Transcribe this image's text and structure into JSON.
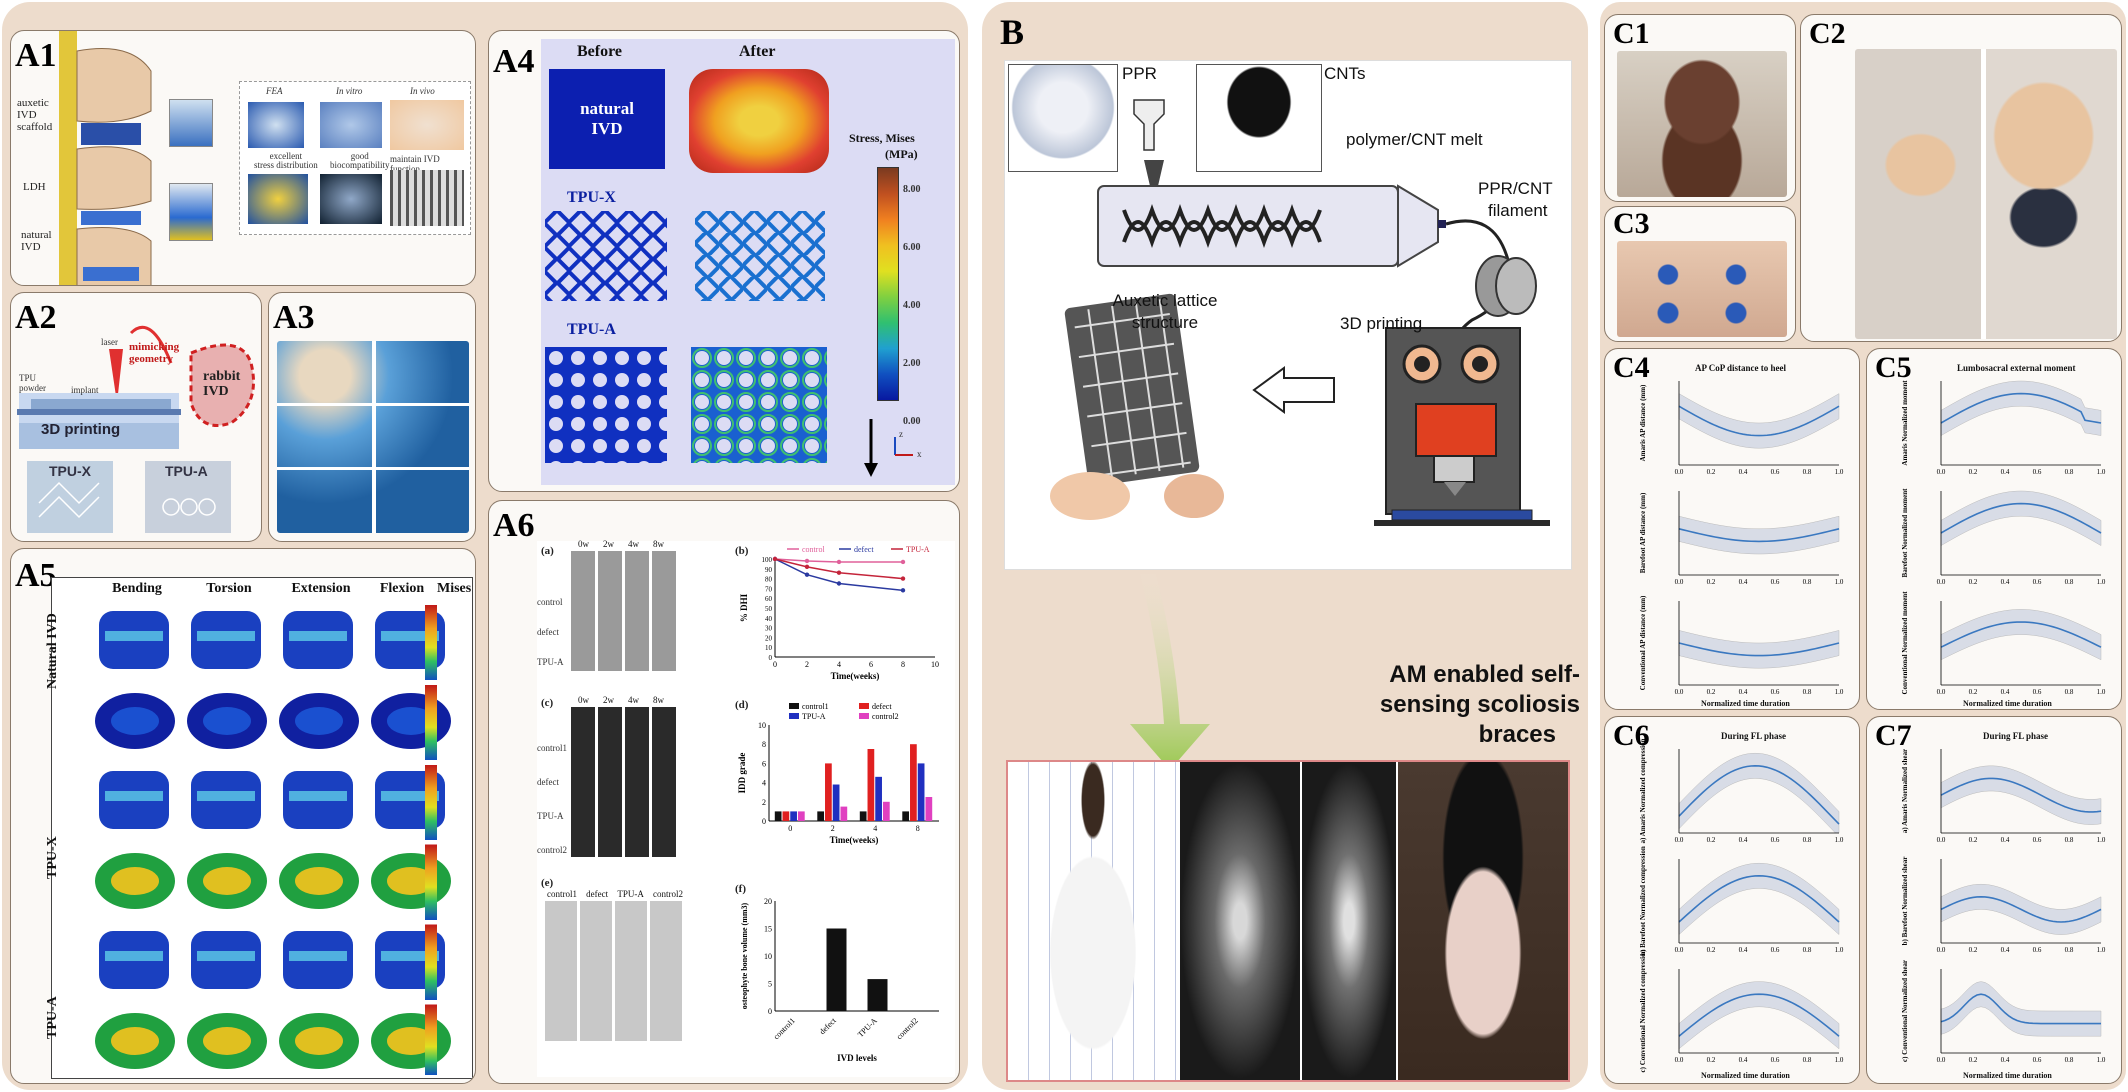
{
  "panels": {
    "a1": "A1",
    "a2": "A2",
    "a3": "A3",
    "a4": "A4",
    "a5": "A5",
    "a6": "A6",
    "b": "B",
    "c1": "C1",
    "c2": "C2",
    "c3": "C3",
    "c4": "C4",
    "c5": "C5",
    "c6": "C6",
    "c7": "C7"
  },
  "a1": {
    "labels": [
      "auxetic",
      "IVD",
      "scaffold",
      "LDH",
      "natural",
      "IVD"
    ],
    "boxes": [
      "FEA",
      "In vitro",
      "In vivo"
    ],
    "captions": [
      "excellent",
      "stress distribution",
      "good",
      "biocompatibility",
      "maintain IVD function"
    ]
  },
  "a2": {
    "laser": "laser",
    "mimic": "mimicking",
    "geometry": "geometry",
    "tpu_powder": "TPU",
    "powder": "powder",
    "implant": "implant",
    "rabbit": "rabbit",
    "ivd": "IVD",
    "printing": "3D printing",
    "tpux": "TPU-X",
    "tpua": "TPU-A"
  },
  "a4": {
    "before": "Before",
    "after": "After",
    "natural": "natural",
    "ivd": "IVD",
    "tpux": "TPU-X",
    "tpua": "TPU-A",
    "stress_title": "Stress, Mises",
    "stress_unit": "(MPa)",
    "ticks": [
      "8.00",
      "6.00",
      "4.00",
      "2.00",
      "0.00"
    ],
    "axis_z": "z",
    "axis_x": "x"
  },
  "a5": {
    "cols": [
      "Bending",
      "Torsion",
      "Extension",
      "Flexion",
      "Mises"
    ],
    "rows": [
      "Natural IVD",
      "TPU-X",
      "TPU-A"
    ]
  },
  "a6": {
    "a_tag": "(a)",
    "b_tag": "(b)",
    "c_tag": "(c)",
    "d_tag": "(d)",
    "e_tag": "(e)",
    "f_tag": "(f)",
    "weeks": [
      "0w",
      "2w",
      "4w",
      "8w"
    ],
    "rows_a": [
      "control",
      "defect",
      "TPU-A"
    ],
    "rows_c": [
      "control1",
      "defect",
      "TPU-A",
      "control2"
    ],
    "cols_e": [
      "control1",
      "defect",
      "TPU-A",
      "control2"
    ]
  },
  "b": {
    "ppr": "PPR",
    "cnts": "CNTs",
    "melt": "polymer/CNT melt",
    "filament1": "PPR/CNT",
    "filament2": "filament",
    "lattice1": "Auxetic lattice",
    "lattice2": "structure",
    "printing": "3D printing",
    "title1": "AM enabled self-",
    "title2": "sensing scoliosis",
    "title3": "braces"
  },
  "c": {
    "c4_title": "AP CoP distance to heel",
    "c5_title": "Lumbosacral external moment",
    "c6_title": "During FL phase",
    "c7_title": "During FL phase",
    "xlabel": "Normalized time duration",
    "c4_ylabels": [
      "Amaris AP distance (mm)",
      "Barefoot AP distance (mm)",
      "Conventional AP distance (mm)"
    ],
    "c5_ylabels": [
      "Amaris Normalized moment",
      "Barefoot Normalized moment",
      "Conventional Normalized moment"
    ],
    "c6_ylabels": [
      "a) Amaris Normalized compression",
      "b) Barefoot Normalized compression",
      "c) Conventional Normalized compression"
    ],
    "c7_ylabels": [
      "a) Amaris Normalized shear",
      "b) Barefoot Normalized shear",
      "c) Conventional Normalized shear"
    ],
    "xticks": [
      "0.0",
      "0.2",
      "0.4",
      "0.6",
      "0.8",
      "1.0"
    ]
  },
  "chart_data": [
    {
      "type": "line",
      "panel": "A6 (b)",
      "xlabel": "Time(weeks)",
      "ylabel": "% DHI",
      "xlim": [
        0,
        10
      ],
      "ylim": [
        0,
        100
      ],
      "xticks": [
        0,
        2,
        4,
        6,
        8,
        10
      ],
      "yticks": [
        0,
        10,
        20,
        30,
        40,
        50,
        60,
        70,
        80,
        90,
        100
      ],
      "legend": "top",
      "x": [
        0,
        2,
        4,
        8
      ],
      "series": [
        {
          "name": "control",
          "color": "#e0609a",
          "values": [
            100,
            98,
            97,
            97
          ]
        },
        {
          "name": "defect",
          "color": "#2b3aa0",
          "values": [
            100,
            84,
            75,
            68
          ]
        },
        {
          "name": "TPU-A",
          "color": "#c4243a",
          "values": [
            100,
            92,
            86,
            80
          ]
        }
      ]
    },
    {
      "type": "bar",
      "panel": "A6 (d)",
      "xlabel": "Time(weeks)",
      "ylabel": "IDD grade",
      "ylim": [
        0,
        10
      ],
      "yticks": [
        0,
        2,
        4,
        6,
        8,
        10
      ],
      "categories": [
        "0",
        "2",
        "4",
        "8"
      ],
      "series": [
        {
          "name": "control1",
          "color": "#111111",
          "values": [
            1,
            1,
            1,
            1
          ]
        },
        {
          "name": "defect",
          "color": "#e02020",
          "values": [
            1,
            6,
            7.5,
            8
          ]
        },
        {
          "name": "TPU-A",
          "color": "#2030c0",
          "values": [
            1,
            3.8,
            4.6,
            6
          ]
        },
        {
          "name": "control2",
          "color": "#e040c0",
          "values": [
            1,
            1.5,
            2,
            2.5
          ]
        }
      ]
    },
    {
      "type": "bar",
      "panel": "A6 (f)",
      "xlabel": "IVD levels",
      "ylabel": "osteophyte bone volume (mm3)",
      "ylim": [
        0,
        20
      ],
      "yticks": [
        0,
        5,
        10,
        15,
        20
      ],
      "categories": [
        "control1",
        "defect",
        "TPU-A",
        "control2"
      ],
      "values": [
        0,
        15,
        5.8,
        0
      ]
    }
  ]
}
